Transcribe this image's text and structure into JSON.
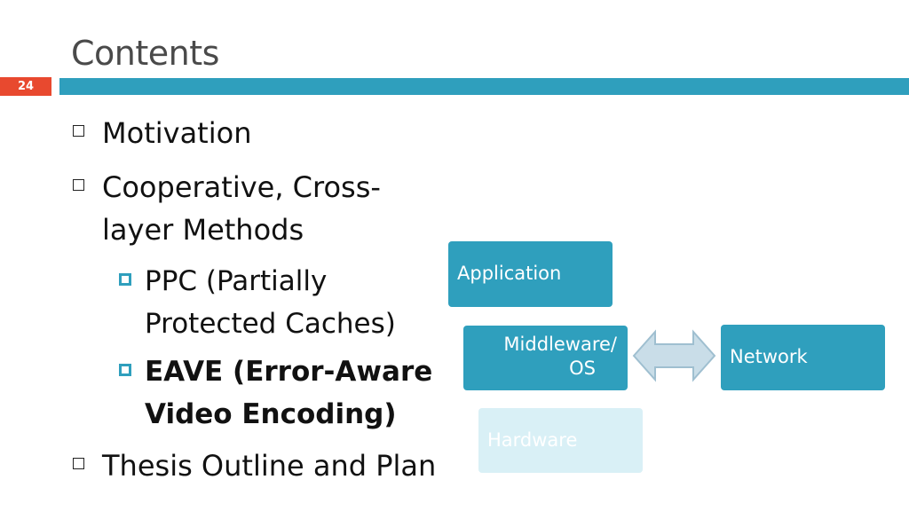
{
  "slide": {
    "title": "Contents",
    "page_number": "24"
  },
  "bullets": {
    "motivation": "Motivation",
    "cooperative_line1": "Cooperative, Cross-",
    "cooperative_line2": "layer Methods",
    "ppc_line1": "PPC (Partially",
    "ppc_line2": "Protected Caches)",
    "eave_line1": "EAVE (Error-Aware",
    "eave_line2": "Video Encoding)",
    "thesis": "Thesis Outline and Plan"
  },
  "diagram": {
    "application": "Application",
    "middleware_line1": "Middleware/",
    "middleware_line2": "OS",
    "network": "Network",
    "hardware": "Hardware",
    "colors": {
      "block": "#2f9fbd",
      "hardware_block": "#d9f0f6",
      "arrow_fill": "#c9dde8",
      "accent": "#e8492f"
    }
  }
}
